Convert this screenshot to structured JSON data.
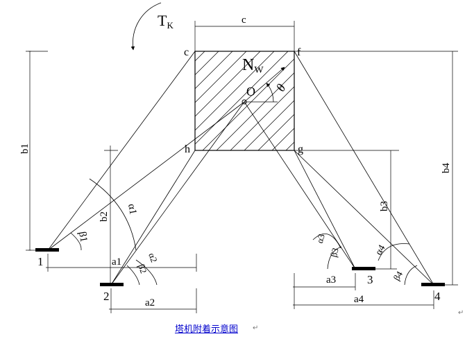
{
  "diagram": {
    "torque": {
      "main": "T",
      "sub": "K"
    },
    "force": {
      "main": "N",
      "sub": "W"
    },
    "center": "O",
    "angle_theta": "θ",
    "corners": {
      "c": "c",
      "f": "f",
      "h": "h",
      "g": "g"
    },
    "width_dim": "c",
    "supports": [
      "1",
      "2",
      "3",
      "4"
    ],
    "dims": {
      "a1": "a1",
      "a2": "a2",
      "a3": "a3",
      "a4": "a4",
      "b1": "b1",
      "b2": "b2",
      "b3": "b3",
      "b4": "b4"
    },
    "angles": {
      "alpha1": "α1",
      "beta1": "β1",
      "alpha2": "α2",
      "beta2": "β2",
      "alpha3": "α3",
      "beta3": "β3",
      "alpha4": "α4",
      "beta4": "β4"
    }
  },
  "caption": "塔机附着示意图",
  "caption_mark": "↵",
  "corner_mark": "↵"
}
